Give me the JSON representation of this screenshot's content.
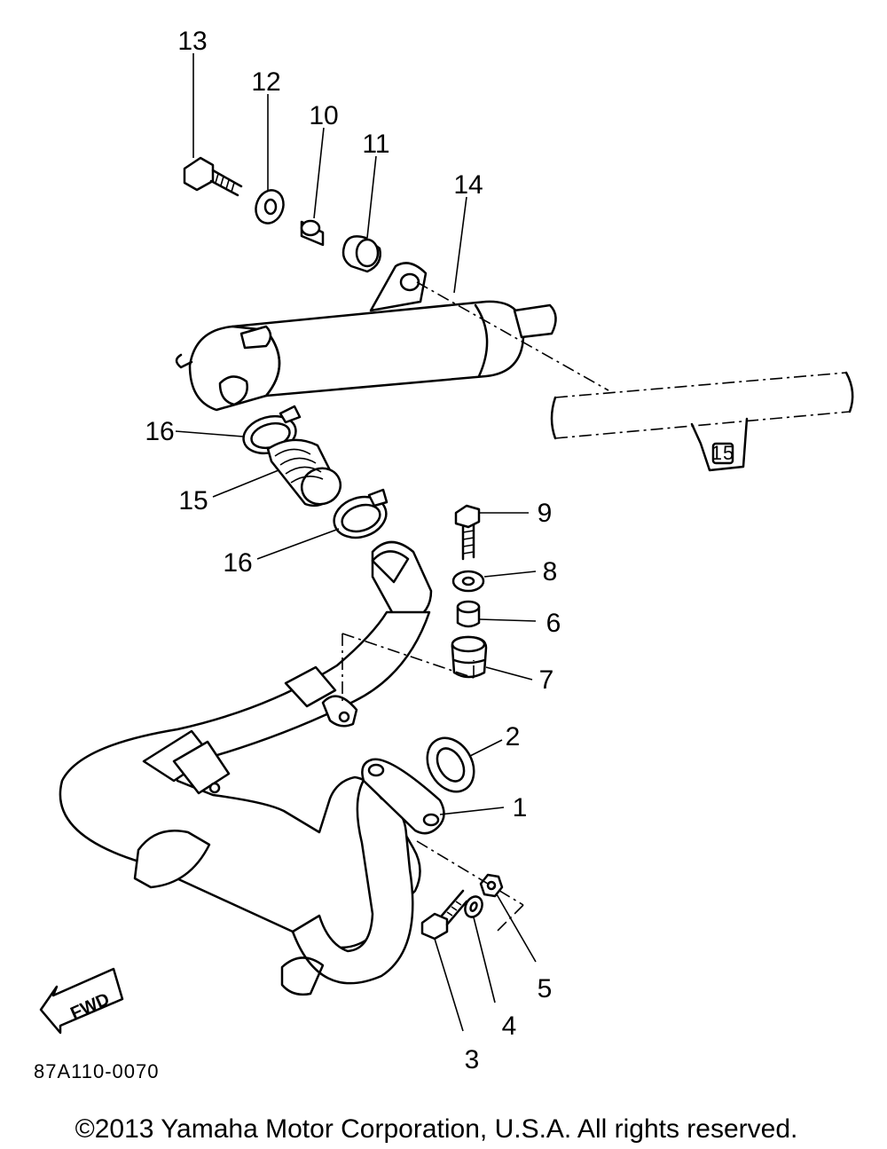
{
  "diagram": {
    "callouts": {
      "p1": "1",
      "p2": "2",
      "p3": "3",
      "p4": "4",
      "p5": "5",
      "p6": "6",
      "p7": "7",
      "p8": "8",
      "p9": "9",
      "p10": "10",
      "p11": "11",
      "p12": "12",
      "p13": "13",
      "p14": "14",
      "p15": "15",
      "p16a": "16",
      "p16b": "16"
    },
    "frame_marker": "15",
    "fwd_arrow": "FWD",
    "diagram_code": "87A110-0070",
    "copyright": "©2013 Yamaha Motor Corporation, U.S.A. All rights reserved."
  }
}
